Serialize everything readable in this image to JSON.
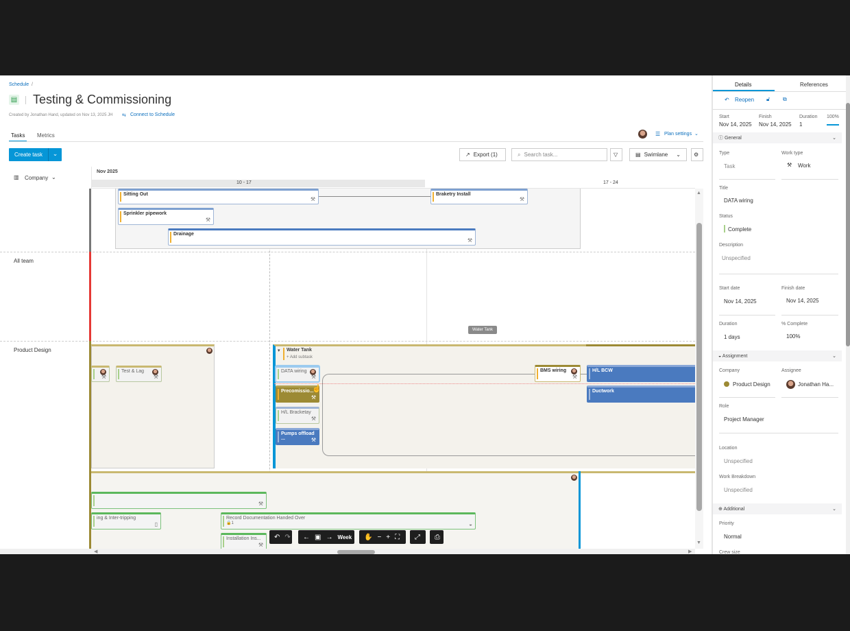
{
  "breadcrumb": {
    "item": "Schedule",
    "sep": "/"
  },
  "header": {
    "title": "Testing & Commissioning",
    "meta": "Created by Jonathan Hand, updated on Nov 13, 2025 JH",
    "connect": "Connect to Schedule"
  },
  "tabs": [
    {
      "label": "Tasks",
      "active": true
    },
    {
      "label": "Metrics"
    }
  ],
  "toolbar": {
    "create": "Create task",
    "export": "Export (1)",
    "search_placeholder": "Search task...",
    "view": "Swimlane",
    "plan_settings": "Plan settings"
  },
  "gantt": {
    "group_by": "Company",
    "month": "Nov 2025",
    "weeks": [
      "10 - 17",
      "17 - 24"
    ],
    "lanes": [
      {
        "label": ""
      },
      {
        "label": "All team",
        "color": "#e53935"
      },
      {
        "label": "Product Design",
        "color": "#9c8a34"
      }
    ],
    "tasks": {
      "sitting_out": "Sitting Out",
      "braketry": "Braketry Install",
      "sprinkler": "Sprinkler pipework",
      "drainage": "Drainage",
      "test_lag": "Test & Lag",
      "water_tank": "Water Tank",
      "add_subtask": "+ Add subtask",
      "data_wiring": "DATA wiring",
      "precom": "Precomissio...",
      "hl_bracketay": "H/L Bracketay",
      "pumps": "Pumps offload ...",
      "bms": "BMS wiring",
      "hl_bcw": "H/L BCW",
      "ductwork": "Ductwork",
      "inter": "ing & Inter-tripping",
      "record": "Record Documentation Handed Over",
      "record_count": "1",
      "install": "Installation Ins..."
    },
    "tooltip": "Water Tank",
    "controls": {
      "scale": "Week"
    }
  },
  "panel": {
    "tabs": [
      "Details",
      "References"
    ],
    "reopen": "Reopen",
    "summary": {
      "start_label": "Start",
      "start": "Nov 14, 2025",
      "finish_label": "Finish",
      "finish": "Nov 14, 2025",
      "duration_label": "Duration",
      "duration": "1",
      "percent": "100%"
    },
    "general": {
      "title": "General",
      "type_label": "Type",
      "type": "Task",
      "work_type_label": "Work type",
      "work_type": "Work",
      "title_label": "Title",
      "title_value": "DATA wiring",
      "status_label": "Status",
      "status": "Complete",
      "desc_label": "Description",
      "desc": "Unspecified",
      "start_label": "Start date",
      "start": "Nov 14, 2025",
      "finish_label": "Finish date",
      "finish": "Nov 14, 2025",
      "duration_label": "Duration",
      "duration": "1 days",
      "pct_label": "% Complete",
      "pct": "100%"
    },
    "assignment": {
      "title": "Assignment",
      "company_label": "Company",
      "company": "Product Design",
      "company_color": "#9c8a34",
      "assignee_label": "Assignee",
      "assignee": "Jonathan Ha...",
      "role_label": "Role",
      "role": "Project Manager",
      "location_label": "Location",
      "location": "Unspecified",
      "wbs_label": "Work Breakdown",
      "wbs": "Unspecified"
    },
    "additional": {
      "title": "Additional",
      "priority_label": "Priority",
      "priority": "Normal",
      "crew_label": "Crew size"
    }
  }
}
